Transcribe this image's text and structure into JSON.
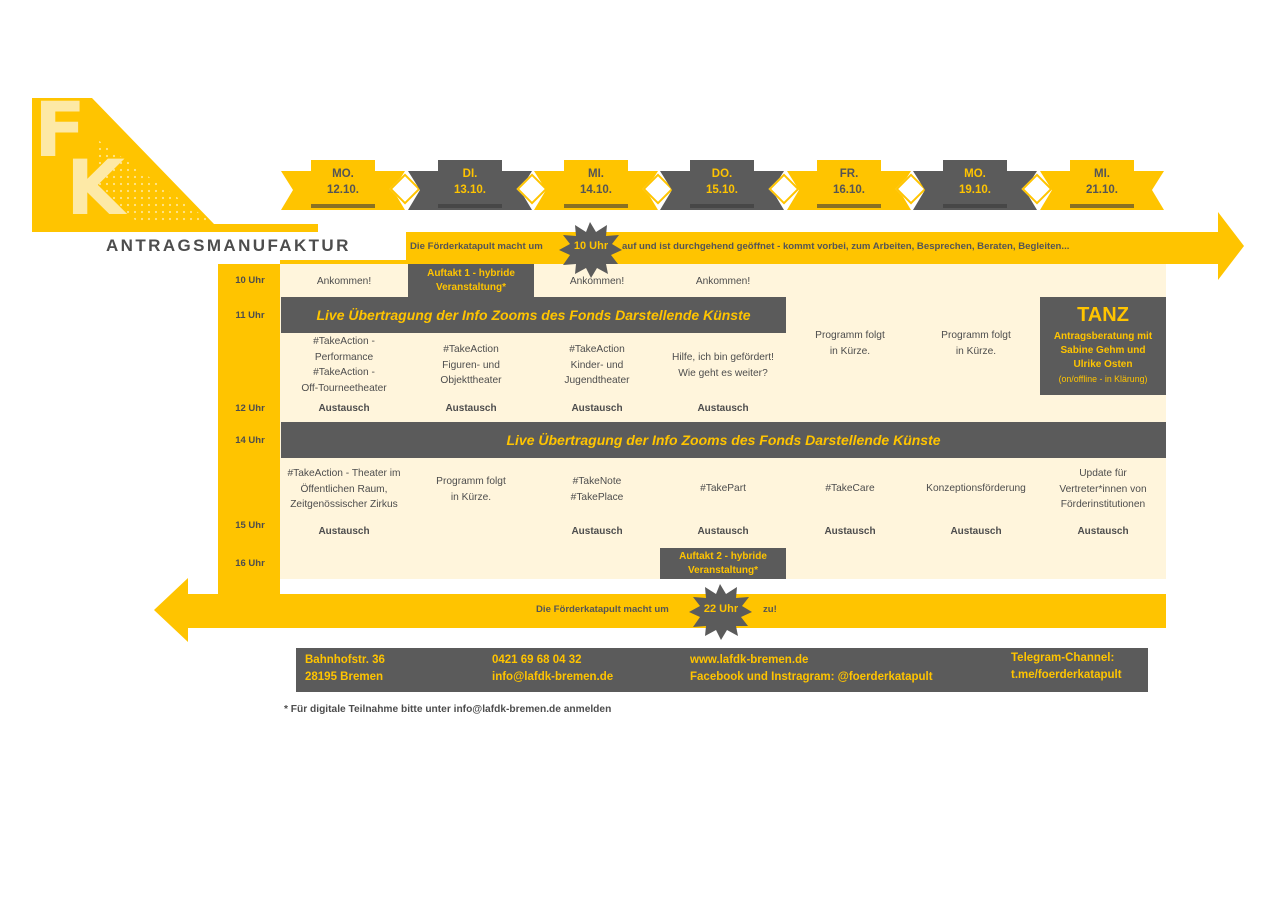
{
  "logo": {
    "letters": "FK",
    "subtitle": "ANTRAGSMANUFAKTUR"
  },
  "days": [
    {
      "weekday": "MO.",
      "date": "12.10."
    },
    {
      "weekday": "DI.",
      "date": "13.10."
    },
    {
      "weekday": "MI.",
      "date": "14.10."
    },
    {
      "weekday": "DO.",
      "date": "15.10."
    },
    {
      "weekday": "FR.",
      "date": "16.10."
    },
    {
      "weekday": "MO.",
      "date": "19.10."
    },
    {
      "weekday": "MI.",
      "date": "21.10."
    }
  ],
  "banner_top": {
    "text_before": "Die Förderkatapult macht um",
    "star": "10 Uhr",
    "text_after": "auf und ist durchgehend geöffnet - kommt vorbei, zum Arbeiten, Besprechen, Beraten, Begleiten..."
  },
  "times": [
    "10 Uhr",
    "11 Uhr",
    "12 Uhr",
    "14 Uhr",
    "15 Uhr",
    "16 Uhr"
  ],
  "row10": {
    "mo": "Ankommen!",
    "di": "Auftakt 1 - hybride Veranstaltung*",
    "mi": "Ankommen!",
    "do": "Ankommen!"
  },
  "live_1": "Live Übertragung der Info Zooms des Fonds Darstellende Künste",
  "live_2": "Live Übertragung der Info Zooms des Fonds Darstellende Künste",
  "tanz": {
    "title": "TANZ",
    "line1": "Antragsberatung  mit",
    "line2": "Sabine Gehm und",
    "line3": "Ulrike Osten",
    "line4": "(on/offline - in Klärung)"
  },
  "row11": {
    "mo": [
      "#TakeAction -",
      "Performance",
      "#TakeAction -",
      "Off-Tourneetheater"
    ],
    "di": [
      "#TakeAction",
      "Figuren- und",
      "Objekttheater"
    ],
    "mi": [
      "#TakeAction",
      "Kinder- und",
      "Jugendtheater"
    ],
    "do": [
      "Hilfe, ich bin gefördert!",
      "Wie geht es weiter?"
    ],
    "fr": [
      "Programm folgt",
      "in Kürze."
    ],
    "mo2": [
      "Programm folgt",
      "in Kürze."
    ]
  },
  "austausch": "Austausch",
  "row14": {
    "mo": [
      "#TakeAction - Theater im",
      "Öffentlichen Raum,",
      "Zeitgenössischer Zirkus"
    ],
    "di": [
      "Programm folgt",
      "in Kürze."
    ],
    "mi": [
      "#TakeNote",
      "#TakePlace"
    ],
    "do": [
      "#TakePart"
    ],
    "fr": [
      "#TakeCare"
    ],
    "mo2": [
      "Konzeptionsförderung"
    ],
    "mi2": [
      "Update für",
      "Vertreter*innen von",
      "Förderinstitutionen"
    ]
  },
  "row16": {
    "do": "Auftakt 2 - hybride Veranstaltung*"
  },
  "banner_bottom": {
    "text_before": "Die Förderkatapult macht um",
    "star": "22 Uhr",
    "text_after": "zu!"
  },
  "footer": {
    "address_1": "Bahnhofstr. 36",
    "address_2": "28195 Bremen",
    "phone": "0421 69 68 04 32",
    "email": "info@lafdk-bremen.de",
    "web": "www.lafdk-bremen.de",
    "social": "Facebook und Instragram: @foerderkatapult",
    "telegram_label": "Telegram-Channel:",
    "telegram_link": "t.me/foerderkatapult"
  },
  "footnote": "* Für digitale Teilnahme bitte unter info@lafdk-bremen.de anmelden",
  "colors": {
    "yellow": "#ffc400",
    "dark_gray": "#5b5b5b",
    "cream": "#fff5dc",
    "text_gray": "#4d4d4d"
  }
}
